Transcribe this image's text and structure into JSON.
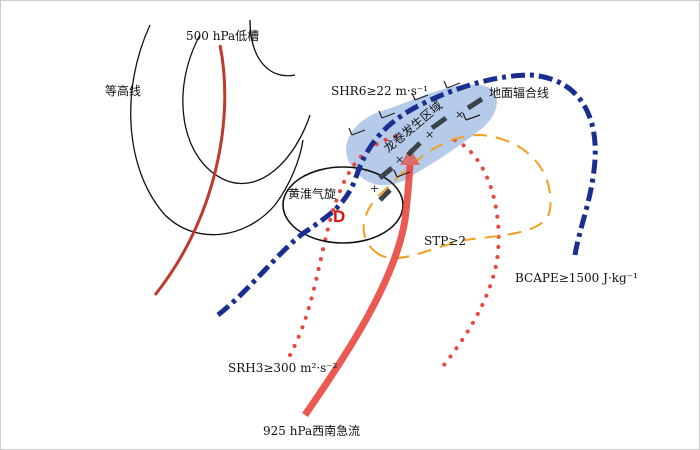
{
  "labels": {
    "trough_500": "500 hPa低槽",
    "contour": "等高线",
    "shr6": "SHR6≥22 m·s⁻¹",
    "surface_convergence": "地面辐合线",
    "tornado_area": "龙卷发生区域",
    "cyclone": "黄淮气旋",
    "low_center": "D",
    "stp": "STP≥2",
    "bcape": "BCAPE≥1500 J·kg⁻¹",
    "srh3": "SRH3≥300 m²·s⁻²",
    "jet_925": "925 hPa西南急流"
  },
  "colors": {
    "trough": "#c0392b",
    "convergence": "#1a2e8f",
    "jet": "#e8473f",
    "srh": "#e8473f",
    "stp": "#f0a020",
    "tornado_area": "#a9c1e6",
    "low_center": "#e01010"
  }
}
